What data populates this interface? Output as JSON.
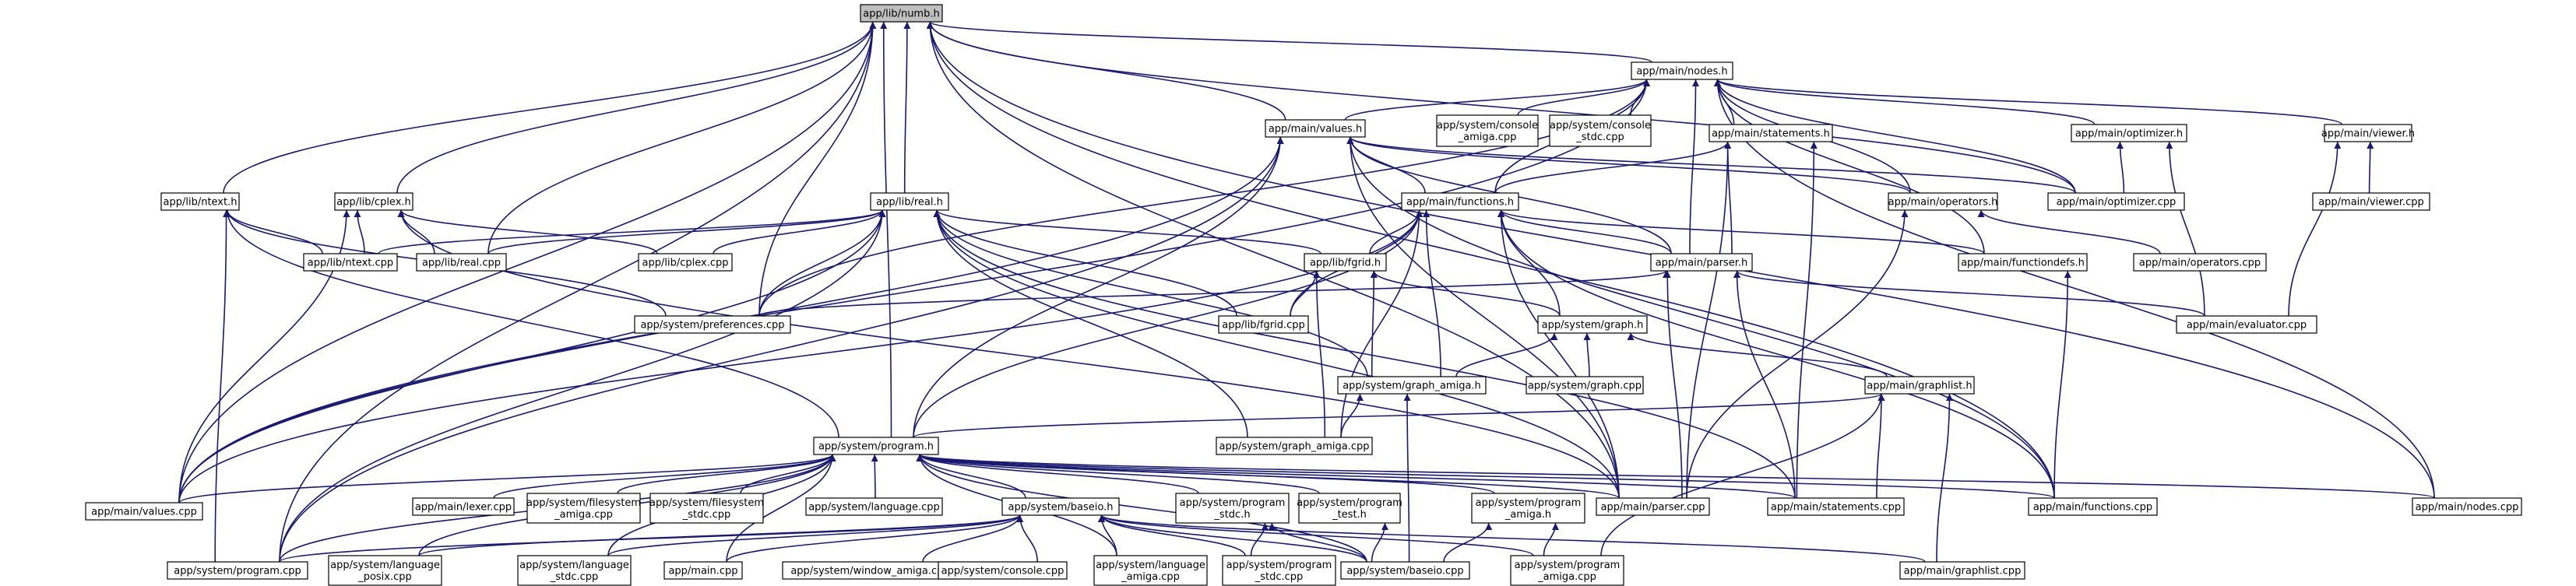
{
  "nodes": [
    {
      "id": "numb_h",
      "lines": [
        "app/lib/numb.h"
      ],
      "root": true
    },
    {
      "id": "nodes_h",
      "lines": [
        "app/main/nodes.h"
      ]
    },
    {
      "id": "values_h",
      "lines": [
        "app/main/values.h"
      ]
    },
    {
      "id": "console_amiga_cpp",
      "lines": [
        "app/system/console",
        "_amiga.cpp"
      ]
    },
    {
      "id": "console_stdc_cpp",
      "lines": [
        "app/system/console",
        "_stdc.cpp"
      ]
    },
    {
      "id": "statements_h",
      "lines": [
        "app/main/statements.h"
      ]
    },
    {
      "id": "optimizer_h",
      "lines": [
        "app/main/optimizer.h"
      ]
    },
    {
      "id": "viewer_h",
      "lines": [
        "app/main/viewer.h"
      ]
    },
    {
      "id": "ntext_h",
      "lines": [
        "app/lib/ntext.h"
      ]
    },
    {
      "id": "cplex_h",
      "lines": [
        "app/lib/cplex.h"
      ]
    },
    {
      "id": "real_h",
      "lines": [
        "app/lib/real.h"
      ]
    },
    {
      "id": "functions_h",
      "lines": [
        "app/main/functions.h"
      ]
    },
    {
      "id": "operators_h",
      "lines": [
        "app/main/operators.h"
      ]
    },
    {
      "id": "optimizer_cpp",
      "lines": [
        "app/main/optimizer.cpp"
      ]
    },
    {
      "id": "viewer_cpp",
      "lines": [
        "app/main/viewer.cpp"
      ]
    },
    {
      "id": "ntext_cpp",
      "lines": [
        "app/lib/ntext.cpp"
      ]
    },
    {
      "id": "real_cpp",
      "lines": [
        "app/lib/real.cpp"
      ]
    },
    {
      "id": "cplex_cpp",
      "lines": [
        "app/lib/cplex.cpp"
      ]
    },
    {
      "id": "fgrid_h",
      "lines": [
        "app/lib/fgrid.h"
      ]
    },
    {
      "id": "parser_h",
      "lines": [
        "app/main/parser.h"
      ]
    },
    {
      "id": "functiondefs_h",
      "lines": [
        "app/main/functiondefs.h"
      ]
    },
    {
      "id": "operators_cpp",
      "lines": [
        "app/main/operators.cpp"
      ]
    },
    {
      "id": "preferences_cpp",
      "lines": [
        "app/system/preferences.cpp"
      ]
    },
    {
      "id": "fgrid_cpp",
      "lines": [
        "app/lib/fgrid.cpp"
      ]
    },
    {
      "id": "graph_h",
      "lines": [
        "app/system/graph.h"
      ]
    },
    {
      "id": "evaluator_cpp",
      "lines": [
        "app/main/evaluator.cpp"
      ]
    },
    {
      "id": "graph_cpp",
      "lines": [
        "app/system/graph.cpp"
      ]
    },
    {
      "id": "graph_amiga_h",
      "lines": [
        "app/system/graph_amiga.h"
      ]
    },
    {
      "id": "graphlist_h",
      "lines": [
        "app/main/graphlist.h"
      ]
    },
    {
      "id": "graph_amiga_cpp",
      "lines": [
        "app/system/graph_amiga.cpp"
      ]
    },
    {
      "id": "program_h",
      "lines": [
        "app/system/program.h"
      ]
    },
    {
      "id": "values_cpp",
      "lines": [
        "app/main/values.cpp"
      ]
    },
    {
      "id": "lexer_cpp",
      "lines": [
        "app/main/lexer.cpp"
      ]
    },
    {
      "id": "filesystem_amiga_cpp",
      "lines": [
        "app/system/filesystem",
        "_amiga.cpp"
      ]
    },
    {
      "id": "filesystem_stdc_cpp",
      "lines": [
        "app/system/filesystem",
        "_stdc.cpp"
      ]
    },
    {
      "id": "language_cpp",
      "lines": [
        "app/system/language.cpp"
      ]
    },
    {
      "id": "baseio_h",
      "lines": [
        "app/system/baseio.h"
      ]
    },
    {
      "id": "program_stdc_h",
      "lines": [
        "app/system/program",
        "_stdc.h"
      ]
    },
    {
      "id": "program_test_h",
      "lines": [
        "app/system/program",
        "_test.h"
      ]
    },
    {
      "id": "program_amiga_h",
      "lines": [
        "app/system/program",
        "_amiga.h"
      ]
    },
    {
      "id": "parser_cpp",
      "lines": [
        "app/main/parser.cpp"
      ]
    },
    {
      "id": "statements_cpp",
      "lines": [
        "app/main/statements.cpp"
      ]
    },
    {
      "id": "functions_cpp",
      "lines": [
        "app/main/functions.cpp"
      ]
    },
    {
      "id": "nodes_cpp",
      "lines": [
        "app/main/nodes.cpp"
      ]
    },
    {
      "id": "program_cpp",
      "lines": [
        "app/system/program.cpp"
      ]
    },
    {
      "id": "language_posix_cpp",
      "lines": [
        "app/system/language",
        "_posix.cpp"
      ]
    },
    {
      "id": "language_stdc_cpp",
      "lines": [
        "app/system/language",
        "_stdc.cpp"
      ]
    },
    {
      "id": "main_cpp",
      "lines": [
        "app/main.cpp"
      ]
    },
    {
      "id": "window_amiga_cpp",
      "lines": [
        "app/system/window_amiga.cpp"
      ]
    },
    {
      "id": "console_cpp",
      "lines": [
        "app/system/console.cpp"
      ]
    },
    {
      "id": "language_amiga_cpp",
      "lines": [
        "app/system/language",
        "_amiga.cpp"
      ]
    },
    {
      "id": "program_stdc_cpp",
      "lines": [
        "app/system/program",
        "_stdc.cpp"
      ]
    },
    {
      "id": "baseio_cpp",
      "lines": [
        "app/system/baseio.cpp"
      ]
    },
    {
      "id": "program_amiga_cpp",
      "lines": [
        "app/system/program",
        "_amiga.cpp"
      ]
    },
    {
      "id": "graphlist_cpp",
      "lines": [
        "app/main/graphlist.cpp"
      ]
    }
  ],
  "edges": [
    [
      "numb_h",
      "nodes_h"
    ],
    [
      "numb_h",
      "values_h"
    ],
    [
      "numb_h",
      "ntext_h"
    ],
    [
      "numb_h",
      "cplex_h"
    ],
    [
      "numb_h",
      "real_h"
    ],
    [
      "numb_h",
      "real_cpp"
    ],
    [
      "numb_h",
      "preferences_cpp"
    ],
    [
      "numb_h",
      "program_h"
    ],
    [
      "numb_h",
      "values_cpp"
    ],
    [
      "numb_h",
      "program_cpp"
    ],
    [
      "numb_h",
      "parser_cpp"
    ],
    [
      "numb_h",
      "optimizer_cpp"
    ],
    [
      "numb_h",
      "nodes_cpp"
    ],
    [
      "numb_h",
      "functions_cpp"
    ],
    [
      "nodes_h",
      "values_h"
    ],
    [
      "nodes_h",
      "console_amiga_cpp"
    ],
    [
      "nodes_h",
      "console_stdc_cpp"
    ],
    [
      "nodes_h",
      "statements_h"
    ],
    [
      "nodes_h",
      "optimizer_h"
    ],
    [
      "nodes_h",
      "viewer_h"
    ],
    [
      "nodes_h",
      "functions_h"
    ],
    [
      "nodes_h",
      "operators_h"
    ],
    [
      "nodes_h",
      "parser_h"
    ],
    [
      "nodes_h",
      "functiondefs_h"
    ],
    [
      "nodes_h",
      "optimizer_cpp"
    ],
    [
      "nodes_h",
      "nodes_cpp"
    ],
    [
      "nodes_h",
      "preferences_cpp"
    ],
    [
      "nodes_h",
      "values_cpp"
    ],
    [
      "values_h",
      "functions_h"
    ],
    [
      "values_h",
      "operators_h"
    ],
    [
      "values_h",
      "optimizer_cpp"
    ],
    [
      "values_h",
      "parser_h"
    ],
    [
      "values_h",
      "program_h"
    ],
    [
      "values_h",
      "values_cpp"
    ],
    [
      "values_h",
      "program_cpp"
    ],
    [
      "values_h",
      "parser_cpp"
    ],
    [
      "values_h",
      "functions_cpp"
    ],
    [
      "statements_h",
      "functions_h"
    ],
    [
      "statements_h",
      "parser_h"
    ],
    [
      "statements_h",
      "parser_cpp"
    ],
    [
      "statements_h",
      "statements_cpp"
    ],
    [
      "optimizer_h",
      "optimizer_cpp"
    ],
    [
      "optimizer_h",
      "evaluator_cpp"
    ],
    [
      "viewer_h",
      "viewer_cpp"
    ],
    [
      "viewer_h",
      "evaluator_cpp"
    ],
    [
      "ntext_h",
      "ntext_cpp"
    ],
    [
      "ntext_h",
      "preferences_cpp"
    ],
    [
      "ntext_h",
      "program_h"
    ],
    [
      "ntext_h",
      "program_cpp"
    ],
    [
      "cplex_h",
      "ntext_cpp"
    ],
    [
      "cplex_h",
      "real_cpp"
    ],
    [
      "cplex_h",
      "cplex_cpp"
    ],
    [
      "cplex_h",
      "values_cpp"
    ],
    [
      "cplex_h",
      "parser_cpp"
    ],
    [
      "real_h",
      "ntext_cpp"
    ],
    [
      "real_h",
      "real_cpp"
    ],
    [
      "real_h",
      "cplex_cpp"
    ],
    [
      "real_h",
      "fgrid_h"
    ],
    [
      "real_h",
      "fgrid_cpp"
    ],
    [
      "real_h",
      "preferences_cpp"
    ],
    [
      "real_h",
      "graph_amiga_h"
    ],
    [
      "real_h",
      "graph_amiga_cpp"
    ],
    [
      "real_h",
      "values_cpp"
    ],
    [
      "real_h",
      "program_cpp"
    ],
    [
      "real_h",
      "parser_cpp"
    ],
    [
      "real_h",
      "statements_cpp"
    ],
    [
      "functions_h",
      "parser_h"
    ],
    [
      "functions_h",
      "functiondefs_h"
    ],
    [
      "functions_h",
      "fgrid_h"
    ],
    [
      "functions_h",
      "fgrid_cpp"
    ],
    [
      "functions_h",
      "graph_h"
    ],
    [
      "functions_h",
      "graph_amiga_h"
    ],
    [
      "functions_h",
      "graph_amiga_cpp"
    ],
    [
      "functions_h",
      "program_h"
    ],
    [
      "functions_h",
      "values_cpp"
    ],
    [
      "functions_h",
      "parser_cpp"
    ],
    [
      "functions_h",
      "functions_cpp"
    ],
    [
      "operators_h",
      "operators_cpp"
    ],
    [
      "operators_h",
      "parser_cpp"
    ],
    [
      "parser_h",
      "preferences_cpp"
    ],
    [
      "parser_h",
      "evaluator_cpp"
    ],
    [
      "parser_h",
      "parser_cpp"
    ],
    [
      "parser_h",
      "statements_cpp"
    ],
    [
      "functiondefs_h",
      "functions_cpp"
    ],
    [
      "fgrid_h",
      "fgrid_cpp"
    ],
    [
      "fgrid_h",
      "graph_h"
    ],
    [
      "fgrid_h",
      "graph_amiga_h"
    ],
    [
      "fgrid_h",
      "graph_amiga_cpp"
    ],
    [
      "graph_h",
      "graph_cpp"
    ],
    [
      "graph_h",
      "graph_amiga_h"
    ],
    [
      "graph_h",
      "graphlist_h"
    ],
    [
      "graph_amiga_h",
      "graph_amiga_cpp"
    ],
    [
      "graph_amiga_h",
      "baseio_cpp"
    ],
    [
      "graphlist_h",
      "program_h"
    ],
    [
      "graphlist_h",
      "statements_cpp"
    ],
    [
      "graphlist_h",
      "graphlist_cpp"
    ],
    [
      "graphlist_h",
      "program_amiga_cpp"
    ],
    [
      "program_h",
      "values_cpp"
    ],
    [
      "program_h",
      "lexer_cpp"
    ],
    [
      "program_h",
      "filesystem_amiga_cpp"
    ],
    [
      "program_h",
      "filesystem_stdc_cpp"
    ],
    [
      "program_h",
      "language_cpp"
    ],
    [
      "program_h",
      "baseio_h"
    ],
    [
      "program_h",
      "program_stdc_h"
    ],
    [
      "program_h",
      "program_test_h"
    ],
    [
      "program_h",
      "program_amiga_h"
    ],
    [
      "program_h",
      "parser_cpp"
    ],
    [
      "program_h",
      "statements_cpp"
    ],
    [
      "program_h",
      "functions_cpp"
    ],
    [
      "program_h",
      "nodes_cpp"
    ],
    [
      "program_h",
      "program_cpp"
    ],
    [
      "program_h",
      "language_posix_cpp"
    ],
    [
      "program_h",
      "language_stdc_cpp"
    ],
    [
      "program_h",
      "main_cpp"
    ],
    [
      "program_h",
      "language_amiga_cpp"
    ],
    [
      "program_h",
      "baseio_cpp"
    ],
    [
      "baseio_h",
      "program_cpp"
    ],
    [
      "baseio_h",
      "language_posix_cpp"
    ],
    [
      "baseio_h",
      "language_stdc_cpp"
    ],
    [
      "baseio_h",
      "main_cpp"
    ],
    [
      "baseio_h",
      "window_amiga_cpp"
    ],
    [
      "baseio_h",
      "console_cpp"
    ],
    [
      "baseio_h",
      "language_amiga_cpp"
    ],
    [
      "baseio_h",
      "program_stdc_cpp"
    ],
    [
      "baseio_h",
      "baseio_cpp"
    ],
    [
      "baseio_h",
      "program_amiga_cpp"
    ],
    [
      "baseio_h",
      "graphlist_cpp"
    ],
    [
      "program_stdc_h",
      "program_stdc_cpp"
    ],
    [
      "program_stdc_h",
      "baseio_cpp"
    ],
    [
      "program_test_h",
      "baseio_cpp"
    ],
    [
      "program_amiga_h",
      "baseio_cpp"
    ],
    [
      "program_amiga_h",
      "program_amiga_cpp"
    ]
  ]
}
